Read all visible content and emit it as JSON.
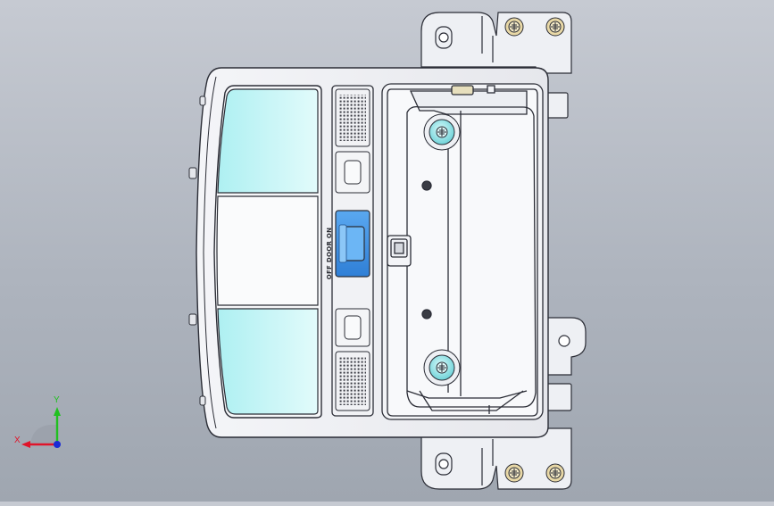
{
  "model": {
    "switch_label": "OFF DOOR ON"
  },
  "triad": {
    "x_label": "X",
    "y_label": "Y"
  },
  "colors": {
    "background_top": "#c6cad2",
    "background_bottom": "#9fa6b0",
    "housing": "#ecedf2",
    "outline": "#2b2d36",
    "lens_cyan": "#aef0f2",
    "switch_blue": "#3d93e6",
    "screw": "#8fe2e6",
    "axis_x": "#e0142a",
    "axis_y": "#20c020",
    "axis_z": "#1a2bd6"
  }
}
